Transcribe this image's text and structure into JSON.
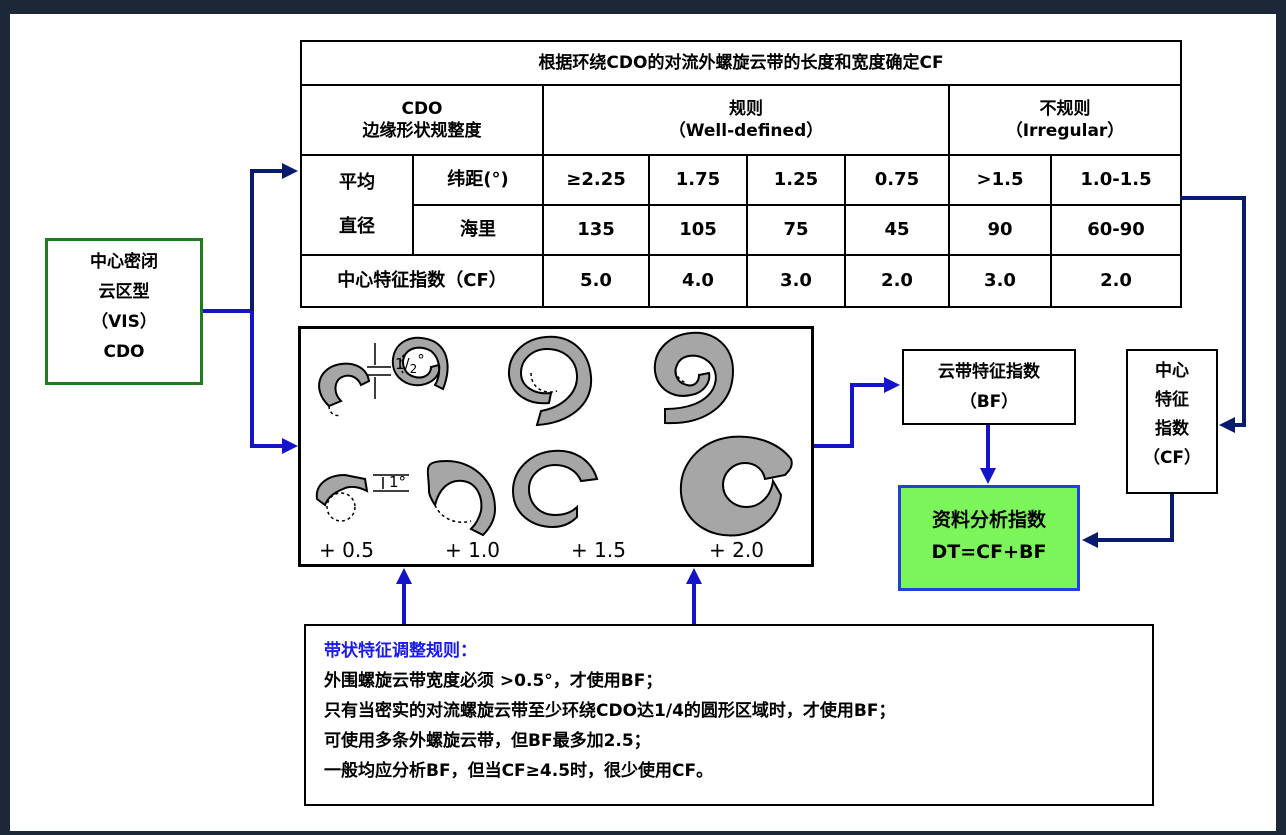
{
  "table": {
    "title": "根据环绕CDO的对流外螺旋云带的长度和宽度确定CF",
    "col_header": {
      "line1": "CDO",
      "line2": "边缘形状规整度"
    },
    "regular": {
      "line1": "规则",
      "line2": "（Well-defined）"
    },
    "irregular": {
      "line1": "不规则",
      "line2": "（Irregular）"
    },
    "avg_diameter": {
      "line1": "平均",
      "line2": "直径"
    },
    "lat_label": "纬距(°)",
    "nm_label": "海里",
    "cf_label": "中心特征指数（CF）",
    "lat_values": [
      "≥2.25",
      "1.75",
      "1.25",
      "0.75",
      ">1.5",
      "1.0-1.5"
    ],
    "nm_values": [
      "135",
      "105",
      "75",
      "45",
      "90",
      "60-90"
    ],
    "cf_values": [
      "5.0",
      "4.0",
      "3.0",
      "2.0",
      "3.0",
      "2.0"
    ]
  },
  "cdo_box": {
    "line1": "中心密闭",
    "line2": "云区型",
    "line3": "（VIS）",
    "line4": "CDO"
  },
  "figure": {
    "labels": [
      "+ 0.5",
      "+ 1.0",
      "+ 1.5",
      "+ 2.0"
    ],
    "half_deg": "1/",
    "half_deg_sub": "2",
    "deg_mark": "°",
    "one_deg": "1°"
  },
  "bf_box": {
    "line1": "云带特征指数",
    "line2": "（BF）"
  },
  "cf_box": {
    "line1": "中心",
    "line2": "特征",
    "line3": "指数",
    "line4": "（CF）"
  },
  "dt_box": {
    "line1": "资料分析指数",
    "line2": "DT=CF+BF"
  },
  "rules": {
    "title": "带状特征调整规则：",
    "lines": [
      "外围螺旋云带宽度必须 >0.5°，才使用BF；",
      "只有当密实的对流螺旋云带至少环绕CDO达1/4的圆形区域时，才使用BF；",
      "可使用多条外螺旋云带，但BF最多加2.5；",
      "一般均应分析BF，但当CF≥4.5时，很少使用CF。"
    ]
  },
  "colors": {
    "arrow": "#1414c8",
    "dark_arrow": "#0a1a6e",
    "cloud": "#a6a6a6",
    "dt_fill": "#7cf55a",
    "cdo_border": "#1e7b1e"
  }
}
